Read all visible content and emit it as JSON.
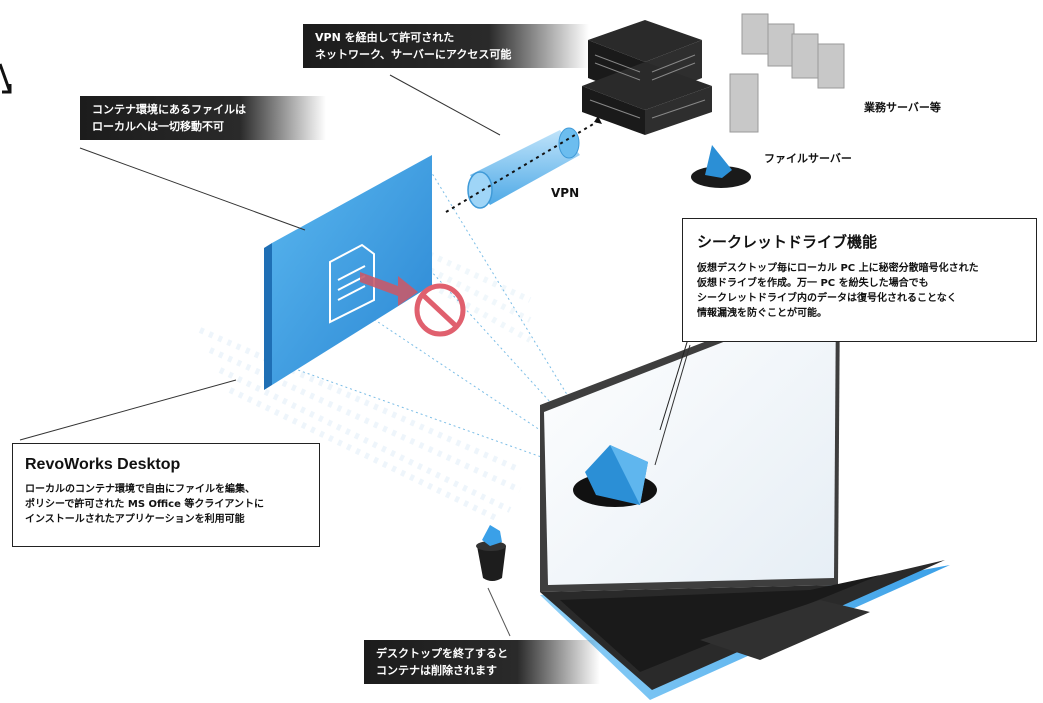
{
  "labels": {
    "vpn_callout": [
      "VPN を経由して許可された",
      "ネットワーク、サーバーにアクセス可能"
    ],
    "container_callout": [
      "コンテナ環境にあるファイルは",
      "ローカルへは一切移動不可"
    ],
    "trash_callout": [
      "デスクトップを終了すると",
      "コンテナは削除されます"
    ],
    "vpn": "VPN",
    "business_servers": "業務サーバー等",
    "file_server": "ファイルサーバー"
  },
  "secret_drive": {
    "title": "シークレットドライブ機能",
    "lines": [
      "仮想デスクトップ毎にローカル PC 上に秘密分散暗号化された",
      "仮想ドライブを作成。万一 PC を紛失した場合でも",
      "シークレットドライブ内のデータは復号化されることなく",
      "情報漏洩を防ぐことが可能。"
    ]
  },
  "revoworks": {
    "title": "RevoWorks Desktop",
    "lines": [
      "ローカルのコンテナ環境で自由にファイルを編集、",
      "ポリシーで許可された MS Office 等クライアントに",
      "インストールされたアプリケーションを利用可能"
    ]
  },
  "colors": {
    "blue": "#2b8fd6",
    "light_blue": "#6fc3f2",
    "deny": "#e0606e",
    "dark": "#1e1e1e"
  }
}
